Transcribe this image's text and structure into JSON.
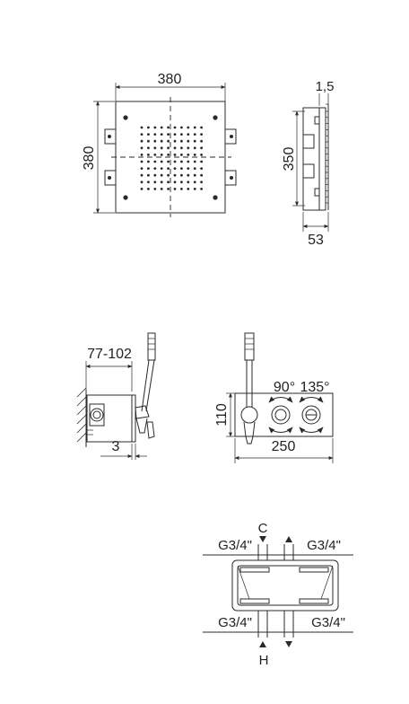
{
  "top_view": {
    "width_label": "380",
    "height_label": "380"
  },
  "side_view": {
    "thickness_label": "1,5",
    "height_label": "350",
    "depth_label": "53"
  },
  "mixer_side": {
    "depth_label": "77-102",
    "offset_label": "3"
  },
  "mixer_front": {
    "height_label": "110",
    "width_label": "250",
    "angle_left_label": "90°",
    "angle_right_label": "135°"
  },
  "connections": {
    "top_marker": "C",
    "bottom_marker": "H",
    "top_left_label": "G3/4\"",
    "top_right_label": "G3/4\"",
    "bottom_left_label": "G3/4\"",
    "bottom_right_label": "G3/4\""
  }
}
